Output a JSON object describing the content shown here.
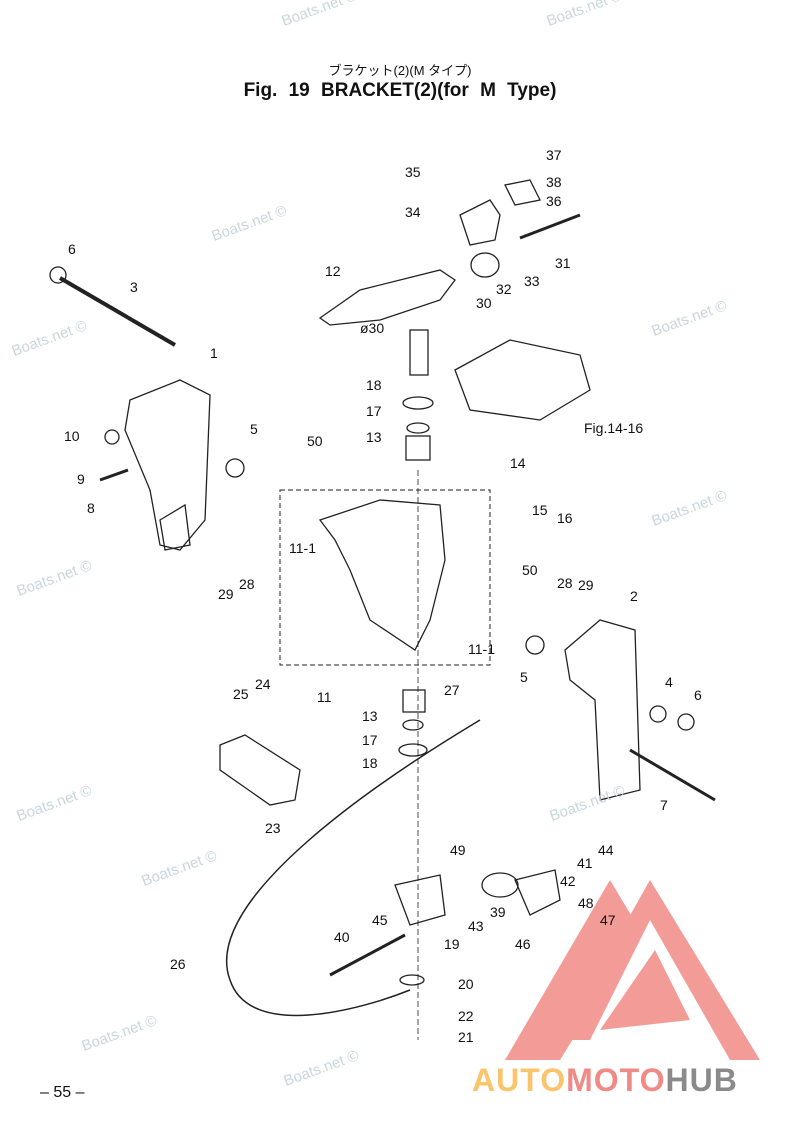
{
  "header": {
    "japanese_title": "ブラケット(2)(M タイプ)",
    "title": "Fig. 19   BRACKET(2)(for M Type)"
  },
  "watermark": "Boats.net ©",
  "callouts": [
    "6",
    "3",
    "1",
    "10",
    "5",
    "9",
    "8",
    "12",
    "ø30",
    "35",
    "34",
    "37",
    "38",
    "36",
    "31",
    "30",
    "32",
    "33",
    "18",
    "17",
    "13",
    "50",
    "14",
    "Fig.14-16",
    "15",
    "16",
    "11-1",
    "29",
    "28",
    "50",
    "28",
    "29",
    "2",
    "11-1",
    "5",
    "11",
    "27",
    "25",
    "24",
    "13",
    "17",
    "18",
    "4",
    "6",
    "7",
    "23",
    "49",
    "44",
    "41",
    "42",
    "39",
    "43",
    "48",
    "47",
    "46",
    "45",
    "19",
    "40",
    "26",
    "20",
    "22",
    "21"
  ],
  "page_number": "– 55 –",
  "logo": {
    "part1": "AUTO",
    "part2": "MOTO",
    "part3": "HUB"
  },
  "colors": {
    "logo_red": "#f08a86",
    "logo_orange": "#f9c46b",
    "logo_gray": "#8a8a8a"
  }
}
